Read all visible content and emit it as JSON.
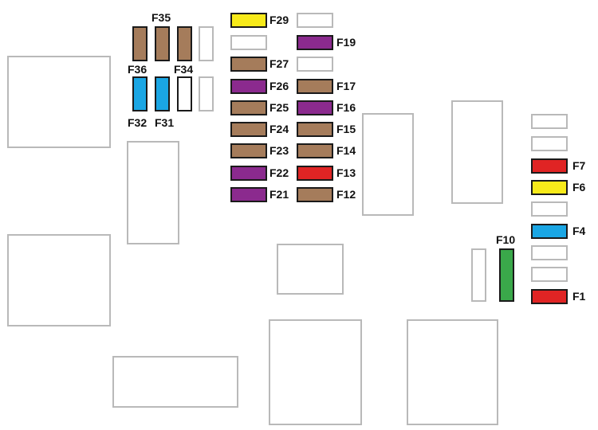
{
  "colors": {
    "brown": "#a57c5b",
    "purple": "#8b2a8e",
    "blue": "#1aa6e4",
    "yellow": "#f7ea1a",
    "red": "#e02424",
    "green": "#3aa84a",
    "empty": "#ffffff"
  },
  "fuses": {
    "F29": {
      "label": "F29",
      "color": "yellow"
    },
    "F19": {
      "label": "F19",
      "color": "purple"
    },
    "F27": {
      "label": "F27",
      "color": "brown"
    },
    "F26": {
      "label": "F26",
      "color": "purple"
    },
    "F17": {
      "label": "F17",
      "color": "brown"
    },
    "F25": {
      "label": "F25",
      "color": "brown"
    },
    "F16": {
      "label": "F16",
      "color": "purple"
    },
    "F24": {
      "label": "F24",
      "color": "brown"
    },
    "F15": {
      "label": "F15",
      "color": "brown"
    },
    "F23": {
      "label": "F23",
      "color": "brown"
    },
    "F14": {
      "label": "F14",
      "color": "brown"
    },
    "F22": {
      "label": "F22",
      "color": "purple"
    },
    "F13": {
      "label": "F13",
      "color": "red"
    },
    "F21": {
      "label": "F21",
      "color": "purple"
    },
    "F12": {
      "label": "F12",
      "color": "brown"
    },
    "F35": {
      "label": "F35",
      "color": "brown"
    },
    "F36": {
      "label": "F36",
      "color": "brown"
    },
    "F34": {
      "label": "F34",
      "color": "brown"
    },
    "F32": {
      "label": "F32",
      "color": "blue"
    },
    "F31": {
      "label": "F31",
      "color": "blue"
    },
    "F34b": {
      "label": "",
      "color": "empty"
    },
    "F10": {
      "label": "F10",
      "color": "green"
    },
    "F7": {
      "label": "F7",
      "color": "red"
    },
    "F6": {
      "label": "F6",
      "color": "yellow"
    },
    "F4": {
      "label": "F4",
      "color": "blue"
    },
    "F1": {
      "label": "F1",
      "color": "red"
    }
  }
}
